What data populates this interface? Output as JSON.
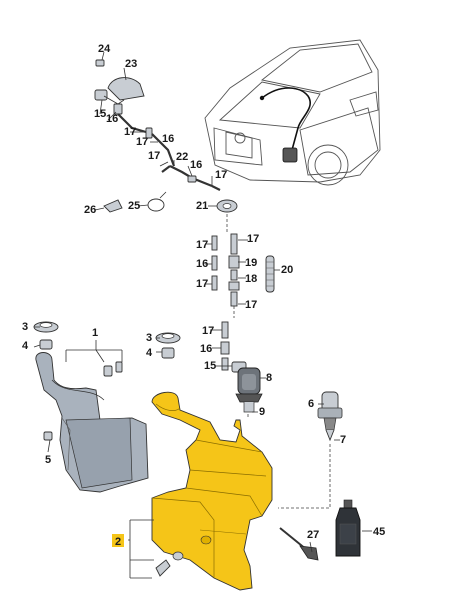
{
  "colors": {
    "highlight": "#f5c518",
    "tank_grey": "#a9b2bd",
    "part_grey": "#c8cdd3",
    "outline": "#333333"
  },
  "callouts": {
    "c1": "1",
    "c2": "2",
    "c3a": "3",
    "c3b": "3",
    "c4a": "4",
    "c4b": "4",
    "c5": "5",
    "c6": "6",
    "c7": "7",
    "c8": "8",
    "c9": "9",
    "c15a": "15",
    "c15b": "15",
    "c16a": "16",
    "c16b": "16",
    "c16c": "16",
    "c16d": "16",
    "c17a": "17",
    "c17b": "17",
    "c17c": "17",
    "c17d": "17",
    "c17e": "17",
    "c17f": "17",
    "c17g": "17",
    "c17h": "17",
    "c18": "18",
    "c19": "19",
    "c20": "20",
    "c21": "21",
    "c22": "22",
    "c23": "23",
    "c24": "24",
    "c25": "25",
    "c26": "26",
    "c27": "27",
    "c45": "45"
  }
}
